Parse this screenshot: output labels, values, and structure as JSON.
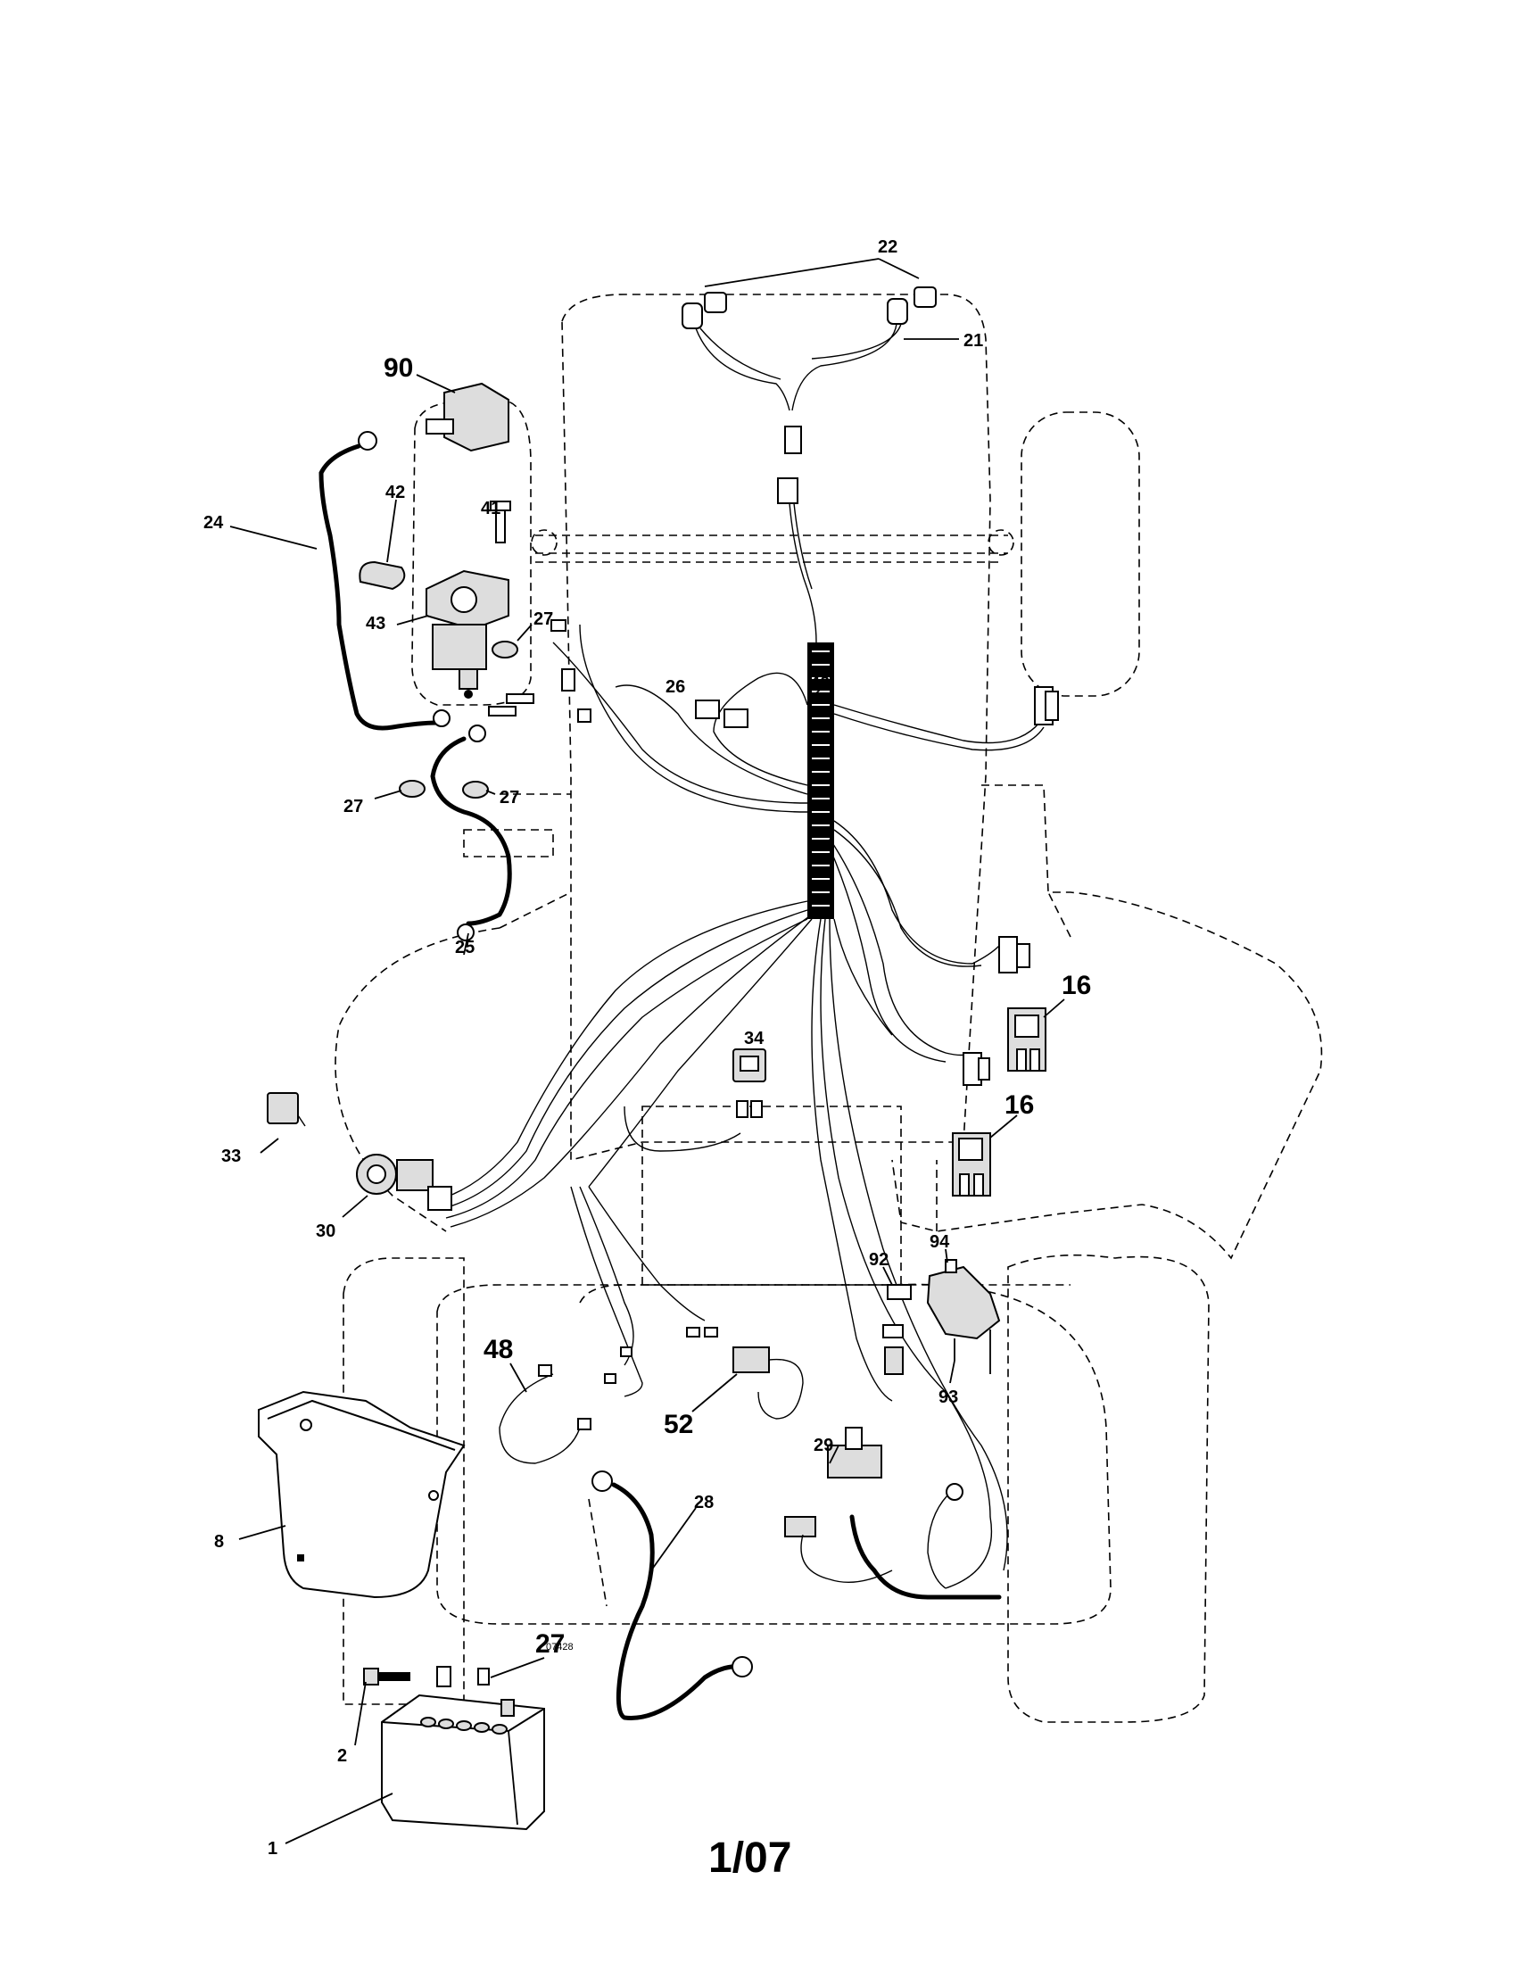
{
  "figure": {
    "page_code": "1/07",
    "drawing_number": "07428"
  },
  "callouts": [
    {
      "id": "22",
      "label": "22"
    },
    {
      "id": "21",
      "label": "21"
    },
    {
      "id": "90",
      "label": "90"
    },
    {
      "id": "42",
      "label": "42"
    },
    {
      "id": "41",
      "label": "41"
    },
    {
      "id": "24",
      "label": "24"
    },
    {
      "id": "43",
      "label": "43"
    },
    {
      "id": "27a",
      "label": "27"
    },
    {
      "id": "40",
      "label": "40"
    },
    {
      "id": "26",
      "label": "26"
    },
    {
      "id": "27b",
      "label": "27"
    },
    {
      "id": "27c",
      "label": "27"
    },
    {
      "id": "25",
      "label": "25"
    },
    {
      "id": "16a",
      "label": "16"
    },
    {
      "id": "34",
      "label": "34"
    },
    {
      "id": "16b",
      "label": "16"
    },
    {
      "id": "33",
      "label": "33"
    },
    {
      "id": "30",
      "label": "30"
    },
    {
      "id": "92",
      "label": "92"
    },
    {
      "id": "94",
      "label": "94"
    },
    {
      "id": "48",
      "label": "48"
    },
    {
      "id": "52",
      "label": "52"
    },
    {
      "id": "93",
      "label": "93"
    },
    {
      "id": "29",
      "label": "29"
    },
    {
      "id": "8",
      "label": "8"
    },
    {
      "id": "28",
      "label": "28"
    },
    {
      "id": "27d",
      "label": "27"
    },
    {
      "id": "2",
      "label": "2"
    },
    {
      "id": "1",
      "label": "1"
    }
  ]
}
